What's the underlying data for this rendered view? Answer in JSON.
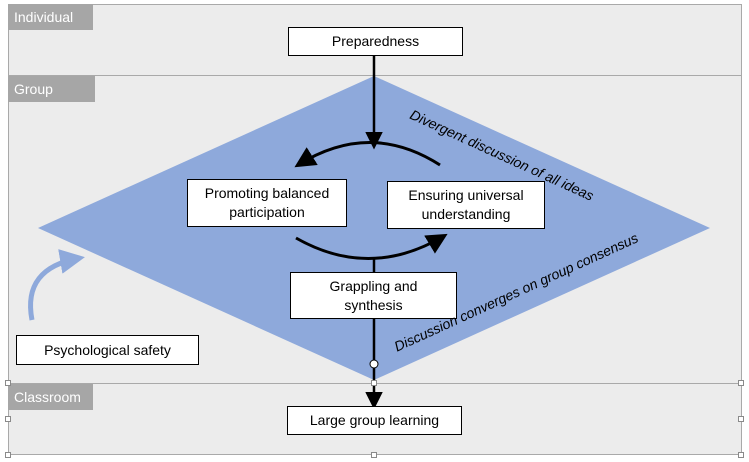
{
  "bands": {
    "individual": "Individual",
    "group": "Group",
    "classroom": "Classroom"
  },
  "boxes": {
    "preparedness": "Preparedness",
    "balanced": "Promoting balanced participation",
    "understanding": "Ensuring universal understanding",
    "grappling": "Grappling and synthesis",
    "safety": "Psychological safety",
    "learning": "Large group learning"
  },
  "annotations": {
    "divergent": "Divergent discussion of all ideas",
    "convergent": "Discussion converges on group consensus"
  },
  "colors": {
    "diamond": "#8ea9db",
    "band_fill": "#ececec",
    "label_fill": "#a6a6a6",
    "safety_arrow": "#8ea9db"
  }
}
